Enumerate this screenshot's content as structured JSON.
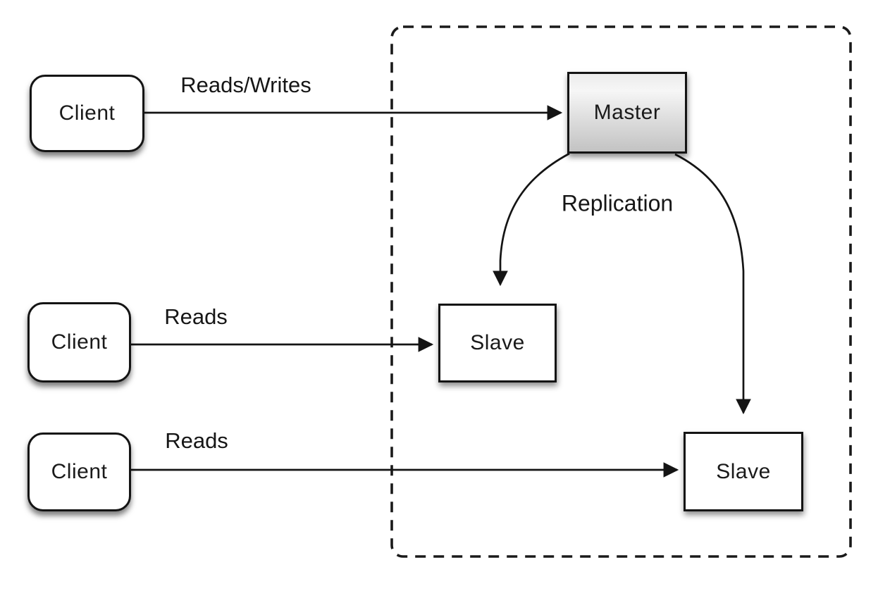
{
  "diagram": {
    "type": "master-slave-replication",
    "background_color": "#ffffff",
    "line_color": "#141414",
    "cluster": {
      "name": "replication-boundary",
      "border_style": "dashed"
    },
    "nodes": {
      "client1": {
        "label": "Client",
        "shape": "rounded-rect",
        "fill": "#ffffff"
      },
      "client2": {
        "label": "Client",
        "shape": "rounded-rect",
        "fill": "#ffffff"
      },
      "client3": {
        "label": "Client",
        "shape": "rounded-rect",
        "fill": "#ffffff"
      },
      "master": {
        "label": "Master",
        "shape": "rect",
        "fill_top": "#efefef",
        "fill_bottom": "#c3c3c3"
      },
      "slave1": {
        "label": "Slave",
        "shape": "rect",
        "fill": "#ffffff"
      },
      "slave2": {
        "label": "Slave",
        "shape": "rect",
        "fill": "#ffffff"
      }
    },
    "edges": {
      "client1_master": {
        "label": "Reads/Writes",
        "from": "client1",
        "to": "master",
        "style": "straight-arrow"
      },
      "client2_slave1": {
        "label": "Reads",
        "from": "client2",
        "to": "slave1",
        "style": "straight-arrow"
      },
      "client3_slave2": {
        "label": "Reads",
        "from": "client3",
        "to": "slave2",
        "style": "straight-arrow"
      },
      "master_slave1": {
        "label": "Replication",
        "from": "master",
        "to": "slave1",
        "style": "curved-arrow"
      },
      "master_slave2": {
        "label": "Replication",
        "from": "master",
        "to": "slave2",
        "style": "curved-arrow"
      }
    }
  }
}
